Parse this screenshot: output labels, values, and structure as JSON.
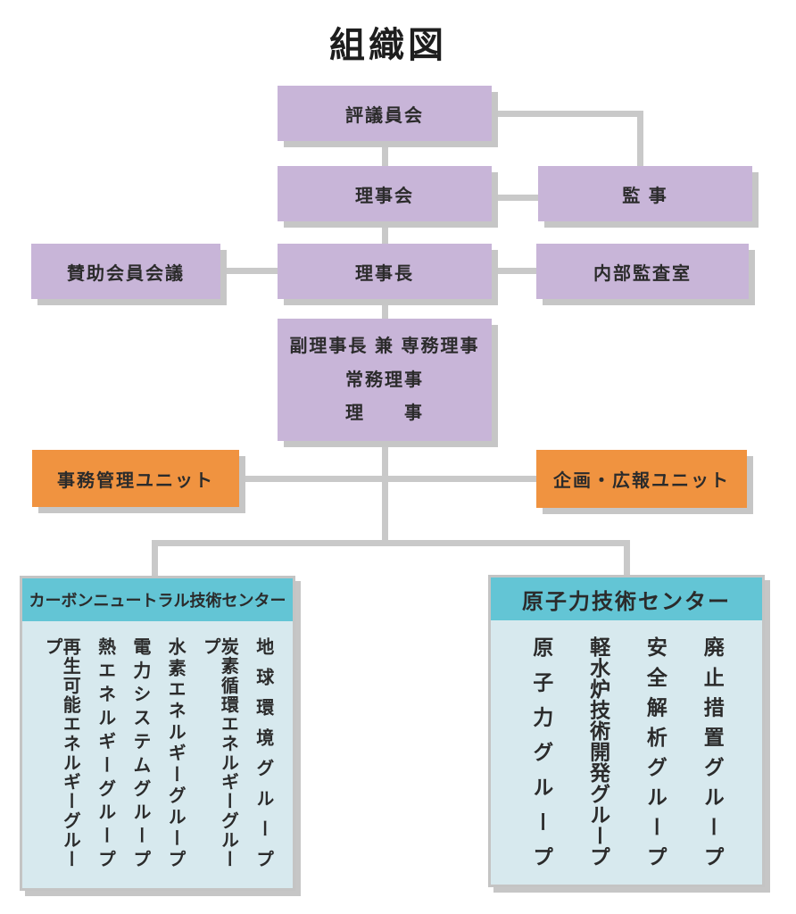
{
  "title": "組織図",
  "org": {
    "council": "評議員会",
    "board": "理事会",
    "auditor": "監 事",
    "supporting_members": "賛助会員会議",
    "president": "理事長",
    "internal_audit": "内部監査室",
    "executives": [
      "副理事長 兼 専務理事",
      "常務理事",
      "理　　事"
    ],
    "units": [
      {
        "label": "事務管理ユニット"
      },
      {
        "label": "企画・広報ユニット"
      }
    ],
    "centers": [
      {
        "name": "カーボンニュートラル技術センター",
        "groups": [
          "地球環境グループ",
          "炭素循環エネルギーグループ",
          "水素エネルギーグループ",
          "電力システムグループ",
          "熱エネルギーグループ",
          "再生可能エネルギーグループ"
        ]
      },
      {
        "name": "原子力技術センター",
        "groups": [
          "廃止措置グループ",
          "安全解析グループ",
          "軽水炉技術開発グループ",
          "原子力グループ"
        ]
      }
    ]
  },
  "colors": {
    "box_purple": "#c8b5d8",
    "box_orange": "#f09340",
    "center_header": "#63c5d5",
    "center_body": "#d7e9ee",
    "connector": "#c9c9c9",
    "shadow": "#c6c6c6",
    "text": "#2b2b2b"
  }
}
